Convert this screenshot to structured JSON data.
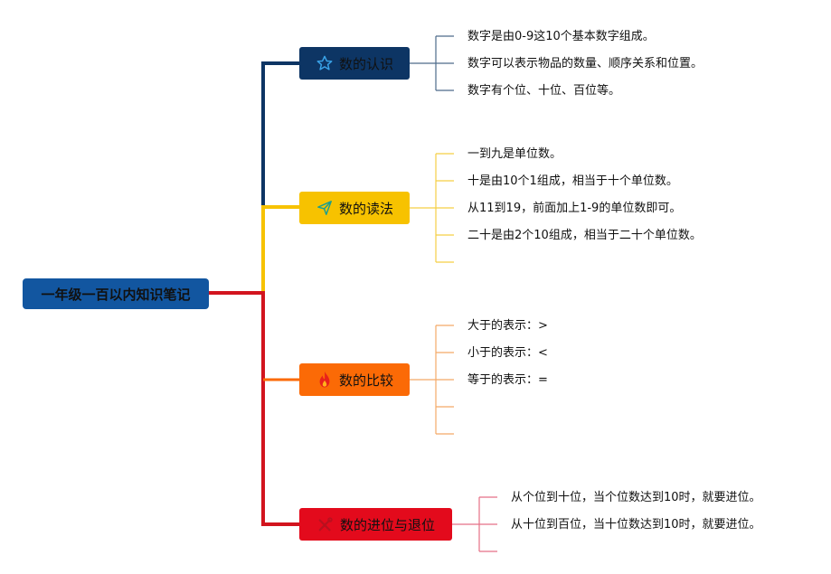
{
  "root": {
    "label": "一年级一百以内知识笔记"
  },
  "colors": {
    "root": "#1256a0",
    "branch_recognition": "#0d3564",
    "branch_reading": "#f7c200",
    "branch_comparison": "#fb6a06",
    "branch_carry": "#e30a1c"
  },
  "branches": [
    {
      "label": "数的认识",
      "icon": "star-icon",
      "items": [
        "数字是由0-9这10个基本数字组成。",
        "数字可以表示物品的数量、顺序关系和位置。",
        "数字有个位、十位、百位等。"
      ]
    },
    {
      "label": "数的读法",
      "icon": "paper-plane-icon",
      "items": [
        "一到九是单位数。",
        "十是由10个1组成，相当于十个单位数。",
        "从11到19，前面加上1-9的单位数即可。",
        "二十是由2个10组成，相当于二十个单位数。"
      ]
    },
    {
      "label": "数的比较",
      "icon": "flame-icon",
      "items": [
        "大于的表示：>",
        "小于的表示：<",
        "等于的表示：="
      ]
    },
    {
      "label": "数的进位与退位",
      "icon": "tools-icon",
      "items": [
        "从个位到十位，当个位数达到10时，就要进位。",
        "从十位到百位，当十位数达到10时，就要进位。"
      ]
    }
  ]
}
